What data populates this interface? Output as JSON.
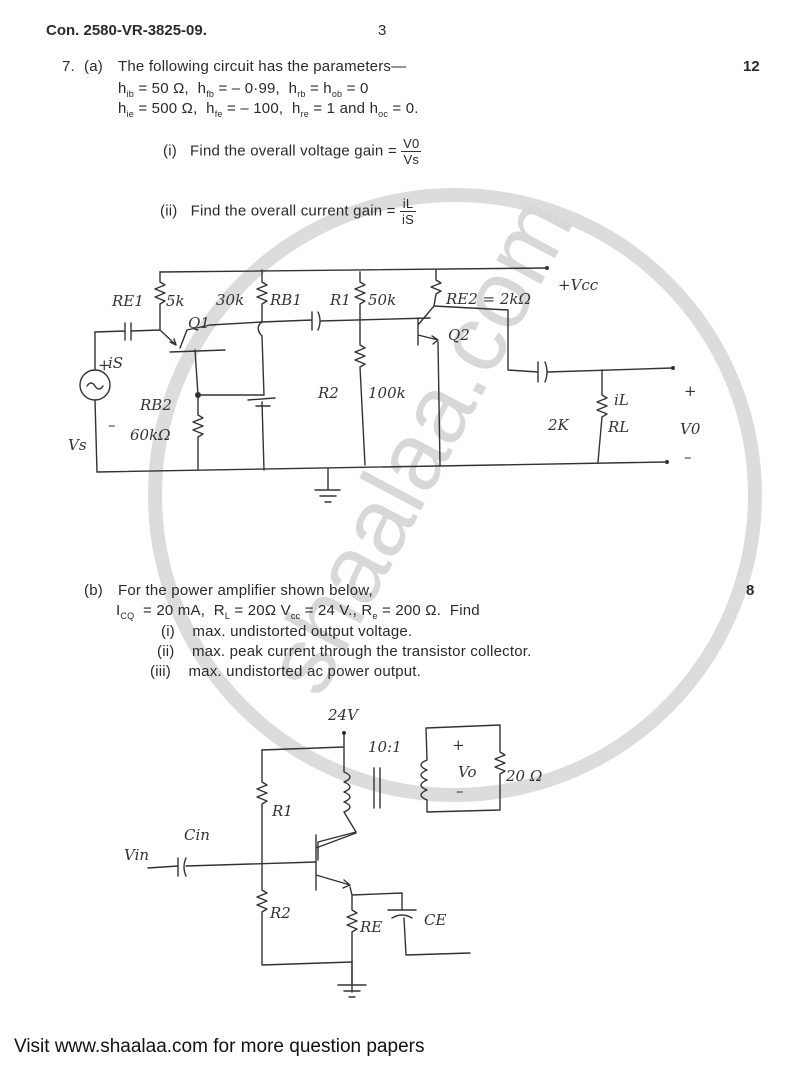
{
  "header": {
    "code": "Con. 2580-VR-3825-09.",
    "page_number": "3"
  },
  "q7a": {
    "number": "7.",
    "part": "(a)",
    "marks": "12",
    "intro": "The following circuit has the parameters—",
    "params_line1": {
      "hib": "50 Ω",
      "hfb": "– 0·99",
      "hrb_hob": "0"
    },
    "params_line2": {
      "hie": "500 Ω",
      "hfe": "– 100",
      "hre": "1",
      "hoc": "0"
    },
    "sub_i": {
      "label": "(i)",
      "text": "Find the overall voltage gain =",
      "num": "V0",
      "den": "Vs"
    },
    "sub_ii": {
      "label": "(ii)",
      "text": "Find the overall current gain =",
      "num": "iL",
      "den": "iS"
    }
  },
  "circuit1": {
    "labels": {
      "vcc": "+Vcc",
      "re1": "RE1",
      "re1_val": "5k",
      "q1": "Q1",
      "rb1_val": "30k",
      "rb1": "RB1",
      "r1": "R1",
      "r1_val": "50k",
      "re2": "RE2 = 2kΩ",
      "q2": "Q2",
      "is": "iS",
      "rb2": "RB2",
      "rb2_val": "60kΩ",
      "vs": "Vs",
      "plus": "+",
      "minus": "–",
      "r2": "R2",
      "r2_val": "100k",
      "il": "iL",
      "rl_val": "2K",
      "rl": "RL",
      "vo": "V0",
      "out_plus": "+",
      "out_minus": "–"
    }
  },
  "q7b": {
    "part": "(b)",
    "marks": "8",
    "intro": "For the power amplifier shown below,",
    "params": "= 20 mA,  R",
    "icq": "20 mA",
    "rl": "20Ω",
    "vcc": "24 V.",
    "re": "200 Ω",
    "find": "Find",
    "items": [
      {
        "label": "(i)",
        "text": "max. undistorted output voltage."
      },
      {
        "label": "(ii)",
        "text": "max. peak current through the transistor collector."
      },
      {
        "label": "(iii)",
        "text": "max. undistorted ac power output."
      }
    ]
  },
  "circuit2": {
    "labels": {
      "supply": "24V",
      "ratio": "10:1",
      "vo": "Vo",
      "plus": "+",
      "minus": "–",
      "load": "20 Ω",
      "r1": "R1",
      "cin": "Cin",
      "vin": "Vin",
      "r2": "R2",
      "re": "RE",
      "ce": "CE"
    }
  },
  "watermark": {
    "text": "shaalaa.com",
    "color": "#d4d4d4"
  },
  "footer": {
    "text": "Visit www.shaalaa.com for more question papers"
  }
}
